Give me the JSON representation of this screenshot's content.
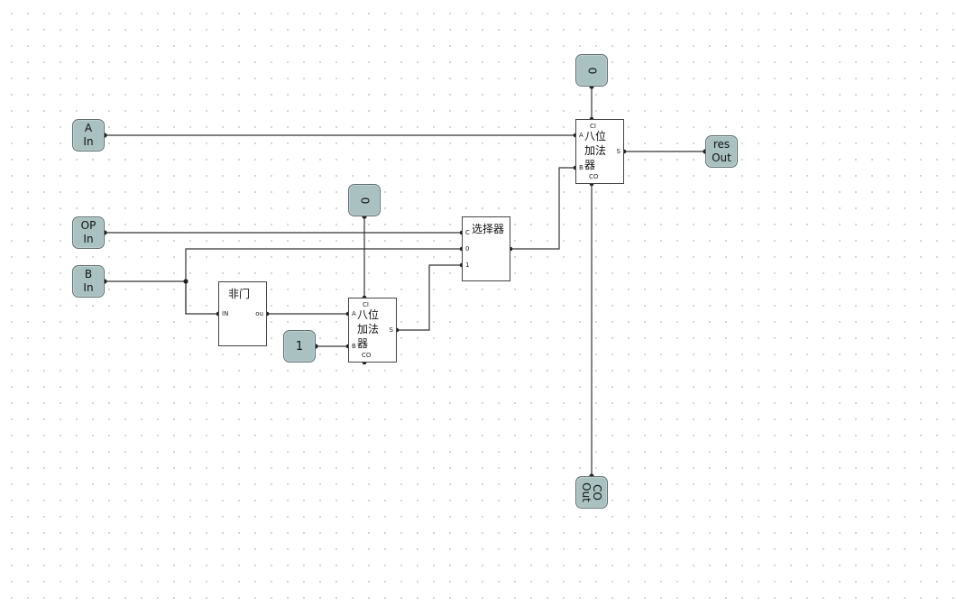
{
  "pins": {
    "a_in": {
      "name": "A",
      "dir": "In"
    },
    "op_in": {
      "name": "OP",
      "dir": "In"
    },
    "b_in": {
      "name": "B",
      "dir": "In"
    },
    "const_top": {
      "value": "0"
    },
    "const_mid": {
      "value": "0"
    },
    "const_one": {
      "value": "1"
    },
    "res_out": {
      "name": "res",
      "dir": "Out"
    },
    "co_out": {
      "name": "CO",
      "dir": "Out"
    }
  },
  "blocks": {
    "adder_top": {
      "title": "八位加法器",
      "title_lines": [
        "八位",
        "加法",
        "器"
      ],
      "ports": {
        "ci": "CI",
        "a": "A",
        "b": "B",
        "s": "S",
        "co": "CO"
      }
    },
    "adder_mid": {
      "title": "八位加法器",
      "title_lines": [
        "八位",
        "加法",
        "器"
      ],
      "ports": {
        "ci": "CI",
        "a": "A",
        "b": "B",
        "s": "S",
        "co": "CO"
      }
    },
    "mux": {
      "title": "选择器",
      "ports": {
        "c": "C",
        "in0": "0",
        "in1": "1"
      }
    },
    "not_gate": {
      "title": "非门",
      "ports": {
        "in": "IN",
        "out": "ou"
      }
    }
  }
}
